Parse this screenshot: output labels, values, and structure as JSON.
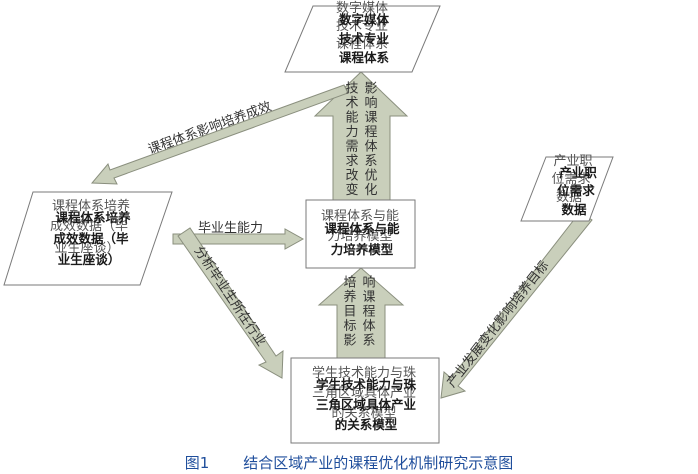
{
  "nodes": {
    "curriculum_system": {
      "under": [
        "数字媒体",
        "技术专业",
        "课程体系"
      ],
      "over": [
        "数字媒体",
        "技术专业",
        "课程体系"
      ]
    },
    "training_outcome": {
      "under": [
        "课程体系培养",
        "成效数据（毕",
        "业生座谈）"
      ],
      "over": [
        "课程体系培养",
        "成效数据（毕",
        "业生座谈）"
      ]
    },
    "ability_model": {
      "under": [
        "课程体系与能",
        "力培养模型"
      ],
      "over": [
        "课程体系与能",
        "力培养模型"
      ]
    },
    "industry_demand": {
      "under": [
        "产业职",
        "位需求",
        "数据"
      ],
      "over": [
        "产业职",
        "位需求",
        "数据"
      ]
    },
    "relation_model": {
      "under": [
        "学生技术能力与珠",
        "三角区域具体产业",
        "的关系模型"
      ],
      "over": [
        "学生技术能力与珠",
        "三角区域具体产业",
        "的关系模型"
      ]
    }
  },
  "arrows": {
    "ability_demand_label": "技术能力需求改变影响课程体系优化",
    "training_goal_label": "培养目标影响课程体系",
    "influence_label": "课程体系影响培养成效",
    "graduate_ability_label": "毕业生能力",
    "analysis_label": "分析毕业生所在行业",
    "industry_label": "产业发展变化影响培养目标"
  },
  "caption": {
    "figure_no": "图1",
    "text": "结合区域产业的课程优化机制研究示意图"
  }
}
